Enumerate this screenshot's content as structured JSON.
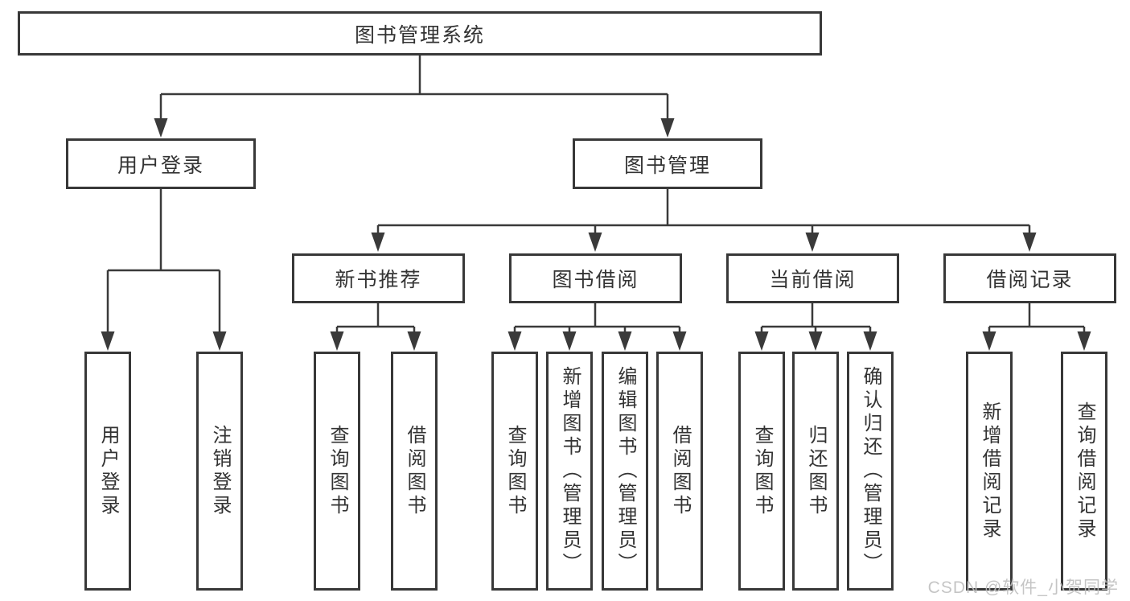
{
  "diagram": {
    "title_note": "functional structure tree of a library management system",
    "tree": {
      "root": {
        "label": "图书管理系统"
      },
      "children": [
        {
          "label": "用户登录",
          "children": [
            {
              "label": "用户登录"
            },
            {
              "label": "注销登录"
            }
          ]
        },
        {
          "label": "图书管理",
          "children": [
            {
              "label": "新书推荐",
              "children": [
                {
                  "label": "查询图书"
                },
                {
                  "label": "借阅图书"
                }
              ]
            },
            {
              "label": "图书借阅",
              "children": [
                {
                  "label": "查询图书"
                },
                {
                  "label": "新增图书（管理员）"
                },
                {
                  "label": "编辑图书（管理员）"
                },
                {
                  "label": "借阅图书"
                }
              ]
            },
            {
              "label": "当前借阅",
              "children": [
                {
                  "label": "查询图书"
                },
                {
                  "label": "归还图书"
                },
                {
                  "label": "确认归还（管理员）"
                }
              ]
            },
            {
              "label": "借阅记录",
              "children": [
                {
                  "label": "新增借阅记录"
                },
                {
                  "label": "查询借阅记录"
                }
              ]
            }
          ]
        }
      ]
    }
  },
  "watermark": {
    "text": "CSDN @软件_小贺同学"
  },
  "colors": {
    "line": "#3a3a3a",
    "border": "#383838",
    "text": "#333333",
    "watermark": "#bfbfbf",
    "background": "#ffffff"
  }
}
